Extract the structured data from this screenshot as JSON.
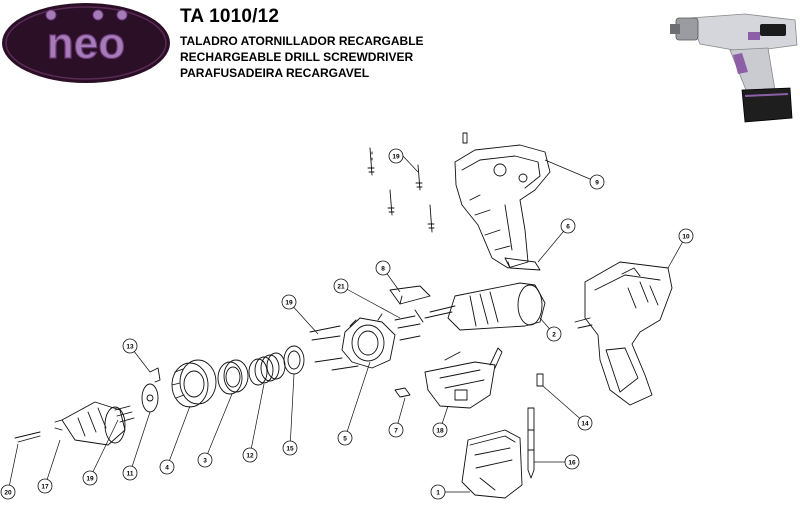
{
  "brand": {
    "logo_text": "neo",
    "logo_color": "#7b3f86",
    "badge_color": "#2a0f27"
  },
  "header": {
    "model": "TA 1010/12",
    "title_es": "TALADRO ATORNILLADOR RECARGABLE",
    "title_en": "RECHARGEABLE DRILL SCREWDRIVER",
    "title_pt": "PARAFUSADEIRA RECARGAVEL"
  },
  "parts": {
    "p1": "1",
    "p2": "2",
    "p3": "3",
    "p4": "4",
    "p5": "5",
    "p6": "6",
    "p7": "7",
    "p8": "8",
    "p9": "9",
    "p10": "10",
    "p11": "11",
    "p12": "12",
    "p13": "13",
    "p14": "14",
    "p15": "15",
    "p16": "16",
    "p17": "17",
    "p18": "18",
    "p19a": "19",
    "p19b": "19",
    "p19c": "19",
    "p20": "20",
    "p21": "21"
  },
  "colors": {
    "accent_purple": "#8c5fa8",
    "line": "#111111",
    "drill_grey": "#cfd1d6"
  }
}
